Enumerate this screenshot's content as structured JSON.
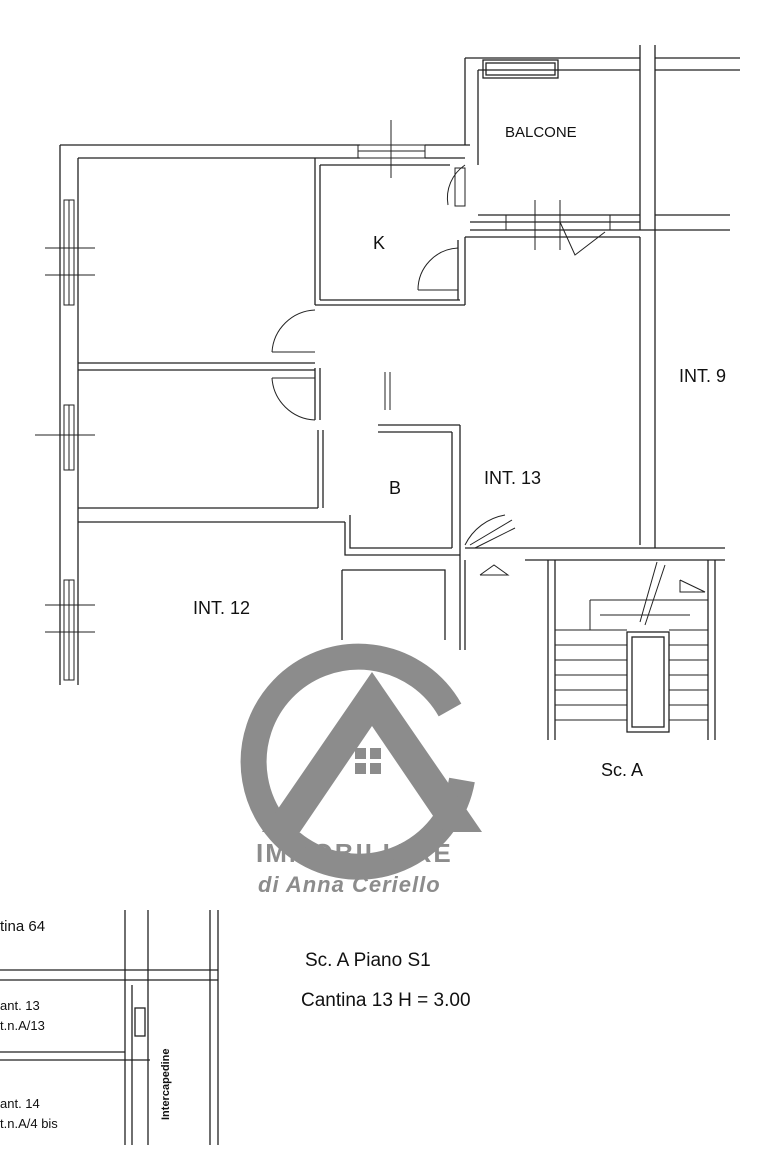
{
  "rooms": {
    "balcone": "BALCONE",
    "kitchen": "K",
    "bath": "B",
    "int13": "INT. 13",
    "int9": "INT. 9",
    "int12": "INT. 12",
    "stair": "Sc. A"
  },
  "logo": {
    "name": "IMMOBILIARE",
    "subtitle": "di Anna Ceriello"
  },
  "cellar_plan": {
    "cantina_64": "tina 64",
    "cant13_a": "ant. 13",
    "cant13_b": "t.n.A/13",
    "cant14_a": "ant. 14",
    "cant14_b": "t.n.A/4 bis",
    "intercapedine": "Intercapedine"
  },
  "info": {
    "line1": "Sc. A  Piano S1",
    "line2": "Cantina 13  H = 3.00"
  },
  "colors": {
    "lines": "#222222",
    "logo": "#8c8c8c"
  }
}
